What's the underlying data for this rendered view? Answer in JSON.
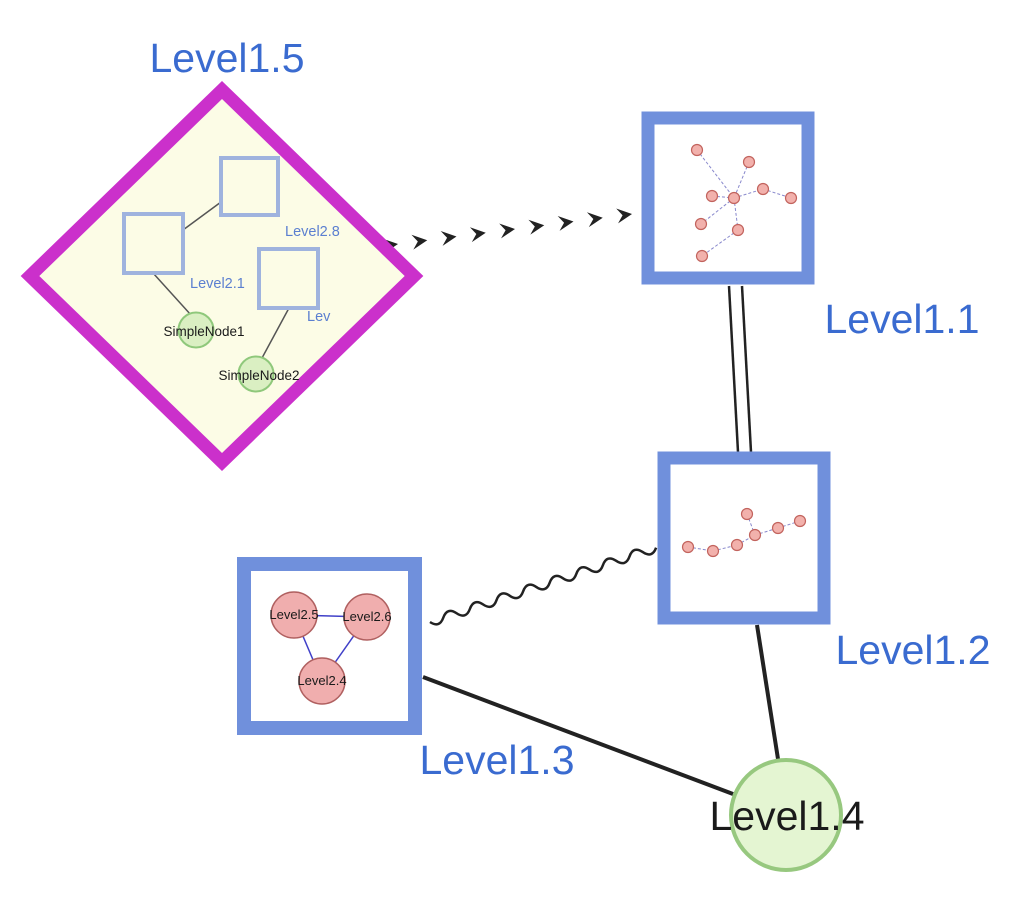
{
  "diagram_type": "nested-graph",
  "nodes": {
    "level15": {
      "label": "Level1.5",
      "shape": "diamond-group"
    },
    "level11": {
      "label": "Level1.1",
      "shape": "square-group"
    },
    "level12": {
      "label": "Level1.2",
      "shape": "square-group"
    },
    "level13": {
      "label": "Level1.3",
      "shape": "square-group"
    },
    "level14": {
      "label": "Level1.4",
      "shape": "circle"
    },
    "level28": {
      "label": "Level2.8",
      "shape": "square-group",
      "parent": "level15"
    },
    "level21": {
      "label": "Level2.1",
      "shape": "square-group",
      "parent": "level15"
    },
    "level2trunc": {
      "label": "Lev",
      "shape": "square-group",
      "parent": "level15"
    },
    "simple1": {
      "label": "SimpleNode1",
      "shape": "circle",
      "parent": "level15"
    },
    "simple2": {
      "label": "SimpleNode2",
      "shape": "circle",
      "parent": "level15"
    },
    "level25": {
      "label": "Level2.5",
      "shape": "circle",
      "parent": "level13"
    },
    "level26": {
      "label": "Level2.6",
      "shape": "circle",
      "parent": "level13"
    },
    "level24": {
      "label": "Level2.4",
      "shape": "circle",
      "parent": "level13"
    }
  },
  "edges": [
    {
      "from": "level15",
      "to": "level11",
      "style": "thick-dashed-arrowheads"
    },
    {
      "from": "level11",
      "to": "level12",
      "style": "double-parallel-line"
    },
    {
      "from": "level13",
      "to": "level12",
      "style": "wavy-line"
    },
    {
      "from": "level13",
      "to": "level14",
      "style": "solid-line"
    },
    {
      "from": "level12",
      "to": "level14",
      "style": "solid-line"
    },
    {
      "from": "level21",
      "to": "level28",
      "style": "thin-line"
    },
    {
      "from": "level21",
      "to": "simple1",
      "style": "thin-line"
    },
    {
      "from": "level2trunc",
      "to": "simple2",
      "style": "thin-line"
    },
    {
      "from": "level25",
      "to": "level26",
      "style": "thin-blue-line"
    },
    {
      "from": "level25",
      "to": "level24",
      "style": "thin-blue-line"
    },
    {
      "from": "level26",
      "to": "level24",
      "style": "thin-blue-line"
    }
  ],
  "colors": {
    "label_blue": "#3a6bd0",
    "inner_label_blue": "#5b7fd0",
    "diamond_stroke": "#cb30cb",
    "diamond_fill": "#fcfce6",
    "box_border": "#7090dc",
    "box_fill": "#ffffff",
    "square_stroke": "#9fb3de",
    "pink_fill": "#f2b1ac",
    "pink_stroke": "#c2635d",
    "bigpink_fill": "#f0aeae",
    "bigpink_stroke": "#b06060",
    "green_fill": "#daefc2",
    "green_stroke": "#8fc87b",
    "level14_fill": "#e4f5d2",
    "level14_stroke": "#97c87f",
    "edge_dark": "#222222",
    "inner_edge_gray": "#555555",
    "dashed_blue": "#8888cc",
    "triangle_blue": "#4040c8",
    "black_text": "#1a1a1a"
  }
}
